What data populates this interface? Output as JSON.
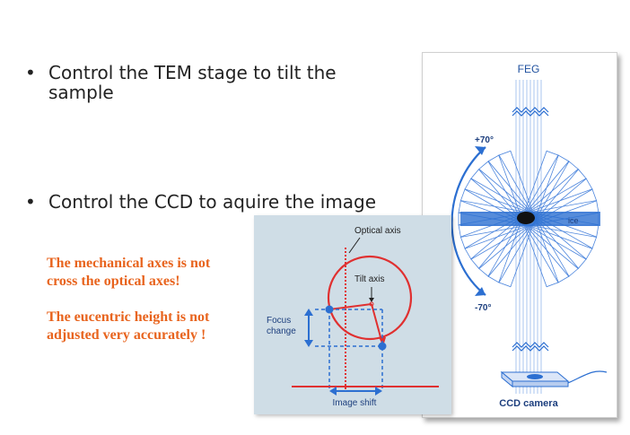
{
  "bullets": [
    {
      "symbol": "•",
      "text": "Control the TEM stage to tilt the\nsample"
    },
    {
      "symbol": "•",
      "text": "Control the CCD to aquire the image"
    }
  ],
  "notes": [
    "The mechanical axes is not\ncross the optical axes!",
    "The eucentric height is not\nadjusted very accurately !"
  ],
  "right_figure": {
    "feg": "FEG",
    "plus70": "+70°",
    "minus70": "-70°",
    "ice": "ice",
    "ccd": "CCD camera"
  },
  "inset": {
    "optical_axis": "Optical axis",
    "tilt_axis": "Tilt axis",
    "focus_change": "Focus\nchange",
    "image_shift": "Image shift"
  },
  "colors": {
    "orange_text": "#e8641e",
    "blue_diagram": "#2c6fd1",
    "red": "#e03030",
    "inset_bg": "#cfdde6"
  }
}
